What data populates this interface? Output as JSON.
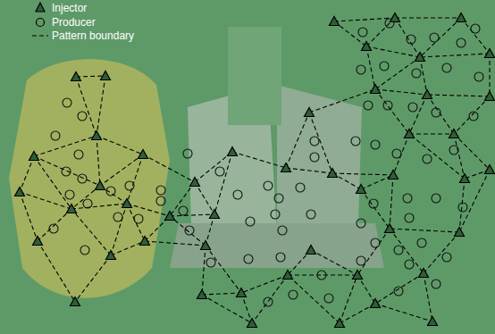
{
  "diagram": {
    "legend": [
      {
        "text": "Injector"
      },
      {
        "text": "Producer"
      },
      {
        "text": "Pattern boundary"
      }
    ]
  }
}
